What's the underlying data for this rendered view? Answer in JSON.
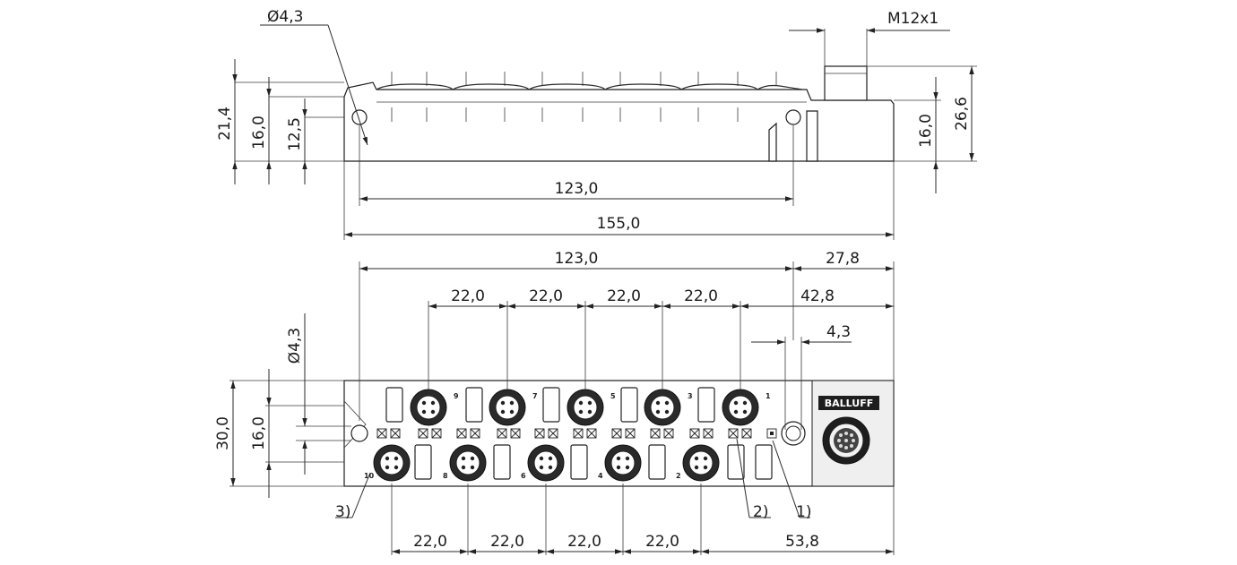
{
  "side_view": {
    "hole_diameter": "Ø4,3",
    "connector": "M12x1",
    "height_total": "21,4",
    "height_body": "16,0",
    "height_hole": "12,5",
    "height_right": "16,0",
    "height_connector": "26,6",
    "hole_spacing": "123,0",
    "length_total": "155,0"
  },
  "top_view": {
    "hole_spacing": "123,0",
    "right_offset": "27,8",
    "port_pitch_top": [
      "22,0",
      "22,0",
      "22,0",
      "22,0"
    ],
    "right_port_offset": "42,8",
    "hole_width": "4,3",
    "hole_diameter": "Ø4,3",
    "width_total": "30,0",
    "width_holes": "16,0",
    "port_pitch_bottom": [
      "22,0",
      "22,0",
      "22,0",
      "22,0"
    ],
    "right_bottom_offset": "53,8",
    "brand": "BALLUFF",
    "top_port_numbers": [
      "9",
      "7",
      "5",
      "3",
      "1"
    ],
    "bottom_port_numbers": [
      "10",
      "8",
      "6",
      "4",
      "2"
    ],
    "callouts": [
      "1)",
      "2)",
      "3)"
    ]
  }
}
